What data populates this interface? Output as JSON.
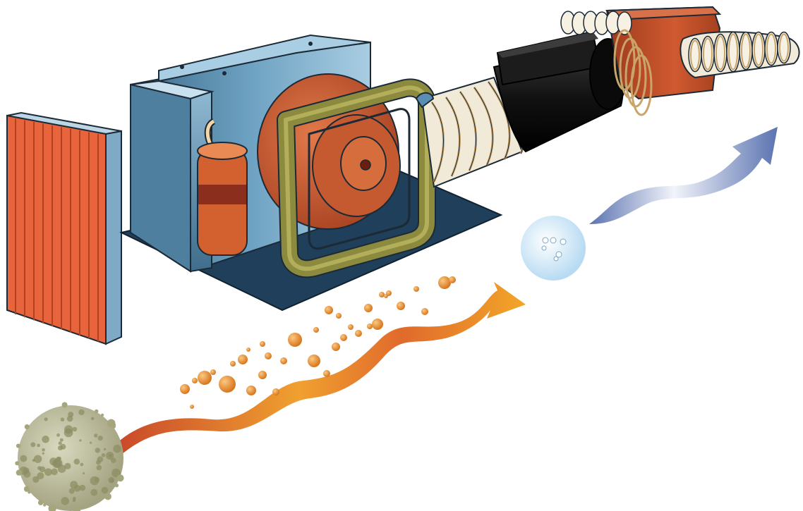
{
  "illustration": {
    "subject": "air-purification-unit",
    "components": [
      "pre-filter-panel",
      "blower-housing",
      "capacitor",
      "fan-wheel",
      "uv-coil-frame",
      "flex-duct",
      "inline-motor",
      "outlet-box",
      "flex-duct-outlet"
    ],
    "flow": [
      "dirty-particle",
      "particle-stream",
      "orange-flow-arrow",
      "clean-bubble",
      "blue-flow-arrow"
    ]
  },
  "colors": {
    "filter_orange": "#e8643c",
    "housing_blue": "#5b8fae",
    "housing_light": "#9cc3da",
    "base_navy": "#1f3f5a",
    "fan_copper": "#c0552e",
    "coil_olive": "#8c8a3e",
    "duct_cream": "#f2ead8",
    "motor_black": "#1a1a1a",
    "outlet_rust": "#b8482a",
    "particle_orange": "#e8902e",
    "dirt_green": "#b8b898",
    "clean_blue": "#d6ecf8",
    "arrow_blue": "#5a73b0"
  }
}
